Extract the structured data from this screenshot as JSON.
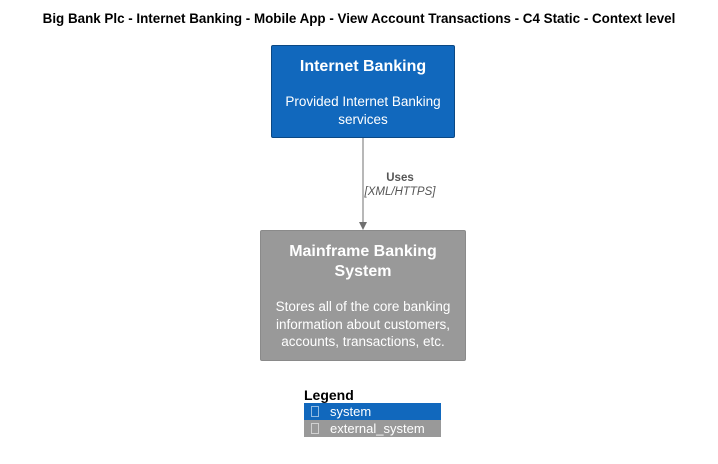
{
  "diagram": {
    "title": "Big Bank Plc - Internet Banking - Mobile App - View Account Transactions - C4 Static - Context level"
  },
  "elements": {
    "internet_banking": {
      "name": "Internet Banking",
      "description": "Provided Internet Banking services",
      "color": "#1168bd"
    },
    "mainframe": {
      "name": "Mainframe Banking System",
      "description": "Stores all of the core banking information about customers, accounts, transactions, etc.",
      "color": "#999999"
    }
  },
  "relationship": {
    "label": "Uses",
    "technology": "[XML/HTTPS]",
    "color": "#707070"
  },
  "legend": {
    "title": "Legend",
    "items": [
      {
        "label": "system",
        "color": "#1168bd"
      },
      {
        "label": "external_system",
        "color": "#999999"
      }
    ]
  }
}
